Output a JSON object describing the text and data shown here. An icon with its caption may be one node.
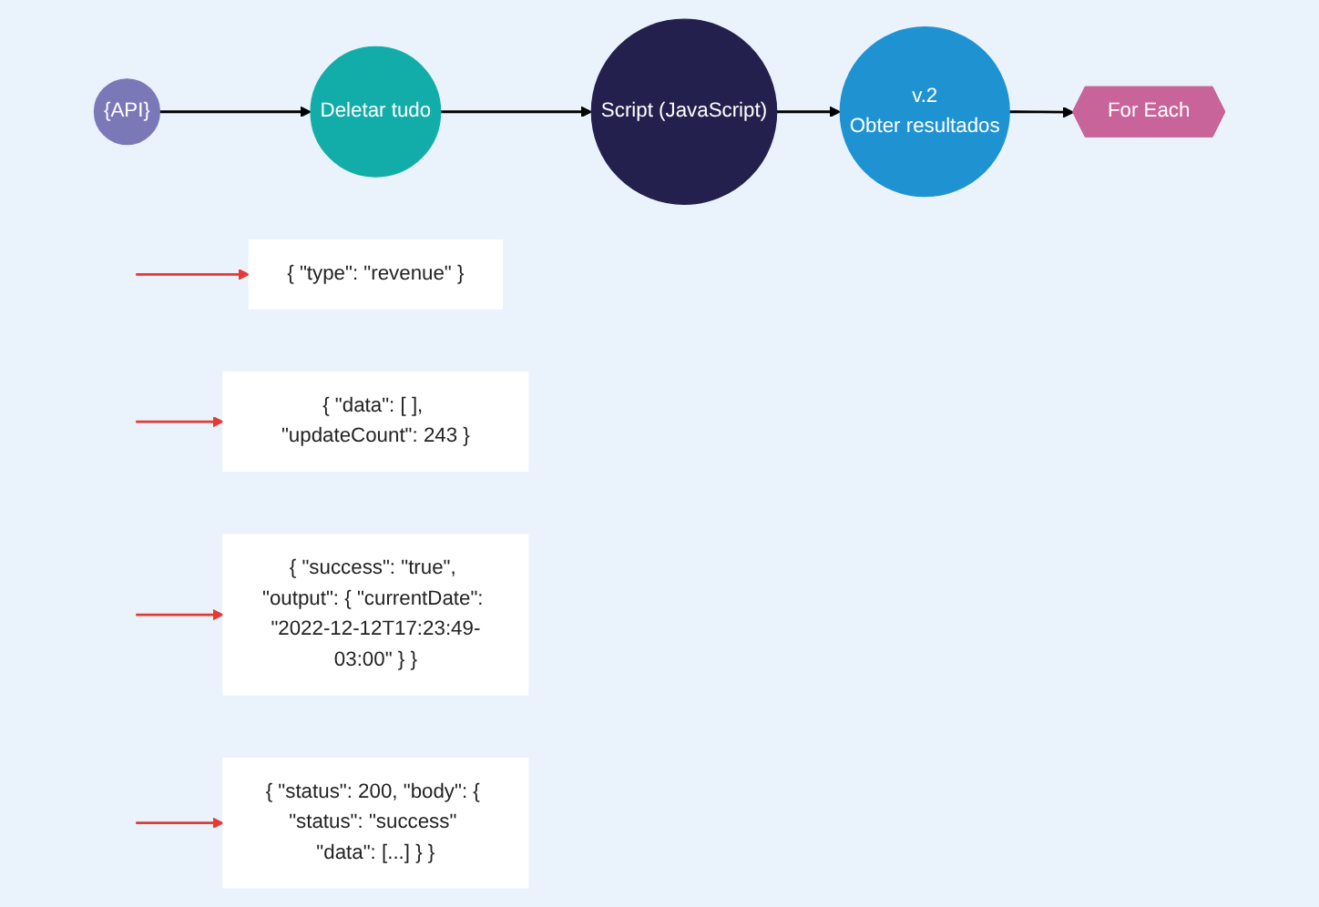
{
  "diagram": {
    "nodes": [
      {
        "text": [
          "{API}"
        ]
      },
      {
        "text": [
          "Deletar tudo"
        ]
      },
      {
        "text": [
          "Script (JavaScript)"
        ]
      },
      {
        "text": [
          "v.2",
          "Obter resultados"
        ]
      },
      {
        "text": [
          "For Each"
        ]
      },
      {
        "text": [
          "{ \"type\": \"revenue\" }"
        ]
      },
      {
        "text": [
          "{ \"data\": [ ], \"updateCount\": 243 }"
        ]
      },
      {
        "text": [
          "{ \"success\": \"true\", \"output\": { \"currentDate\": \"2022-12-12T17:23:49-03:00\" } }"
        ]
      },
      {
        "text": [
          "{ \"status\": 200, \"body\": { \"status\": \"success\" \"data\": [...] } }"
        ]
      }
    ],
    "edges": [
      {
        "from": 0,
        "to": 1,
        "arrow": "to"
      },
      {
        "from": 1,
        "to": 2,
        "arrow": "to"
      },
      {
        "from": 2,
        "to": 3,
        "arrow": "to"
      },
      {
        "from": 3,
        "to": 4,
        "arrow": "to"
      },
      {
        "from": null,
        "to": 5,
        "arrow": "to",
        "color": "#e53935"
      },
      {
        "from": null,
        "to": 6,
        "arrow": "to",
        "color": "#e53935"
      },
      {
        "from": null,
        "to": 7,
        "arrow": "to",
        "color": "#e53935"
      },
      {
        "from": null,
        "to": 8,
        "arrow": "to",
        "color": "#e53935"
      }
    ]
  }
}
